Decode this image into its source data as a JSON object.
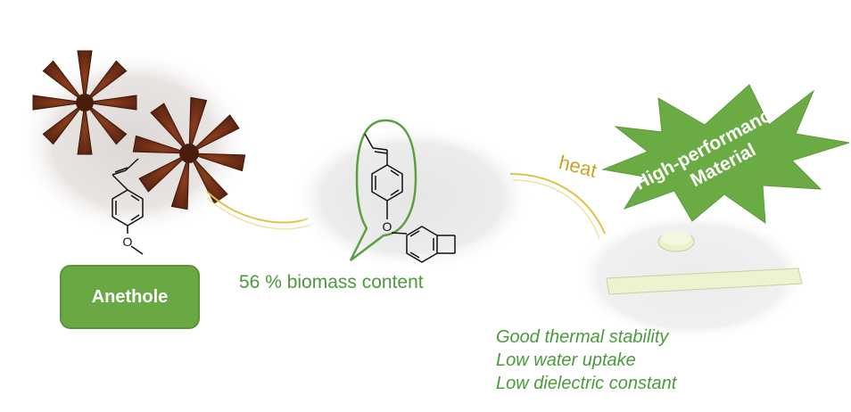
{
  "anethole_label": "Anethole",
  "biomass_label": "56 % biomass content",
  "heat_label": "heat",
  "burst_text": [
    "High-performance",
    "Material"
  ],
  "properties": [
    "Good thermal stability",
    "Low water uptake",
    "Low dielectric constant"
  ],
  "methoxy_atom": "O",
  "ether_atom": "O",
  "colors": {
    "accent_green": "#6aa843",
    "text_green": "#4b9a3c",
    "heat_gold": "#c9a227",
    "bubble_gray": "#ececec"
  },
  "icons": [
    "star-anise-icon",
    "cured-resin-sample-icon"
  ]
}
